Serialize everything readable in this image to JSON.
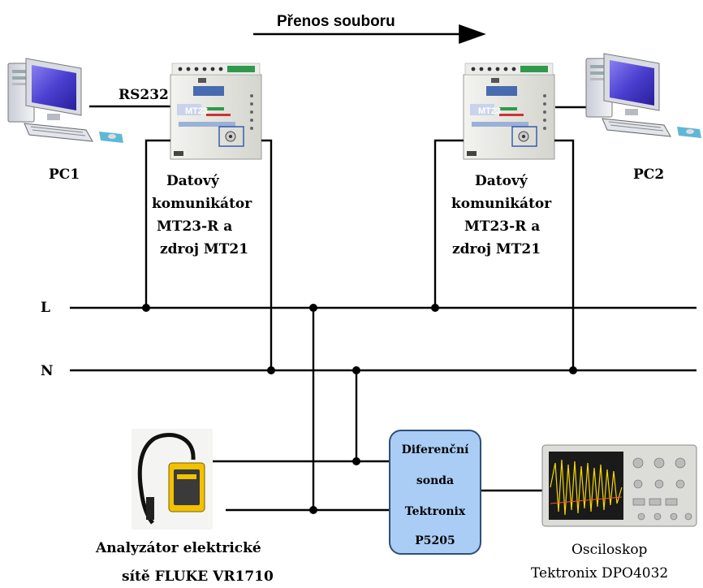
{
  "diagram": {
    "title": "Přenos souboru",
    "rs232_label": "RS232",
    "pc1_label": "PC1",
    "pc2_label": "PC2",
    "module_label": "MT23",
    "communicator_left": [
      "Datový",
      "komunikátor",
      "MT23-R a",
      "zdroj MT21"
    ],
    "communicator_right": [
      "Datový",
      "komunikátor",
      "MT23-R a",
      "zdroj MT21"
    ],
    "line_l": "L",
    "line_n": "N",
    "probe": [
      "Diferenční",
      "sonda",
      "Tektronix",
      "P5205"
    ],
    "analyzer": [
      "Analyzátor elektrické",
      "sítě FLUKE VR1710"
    ],
    "oscilloscope": [
      "Osciloskop",
      "Tektronix DPO4032"
    ]
  },
  "colors": {
    "probe_fill": "#a9cdf5",
    "probe_stroke": "#2f4f75",
    "screen_blue": "#4a3fd0",
    "device_gray": "#e6e6e2",
    "fluke_yellow": "#f2c100"
  },
  "icons": [
    "computer-icon",
    "data-communicator-device-icon",
    "power-analyzer-icon",
    "oscilloscope-icon",
    "arrow-right-icon"
  ]
}
